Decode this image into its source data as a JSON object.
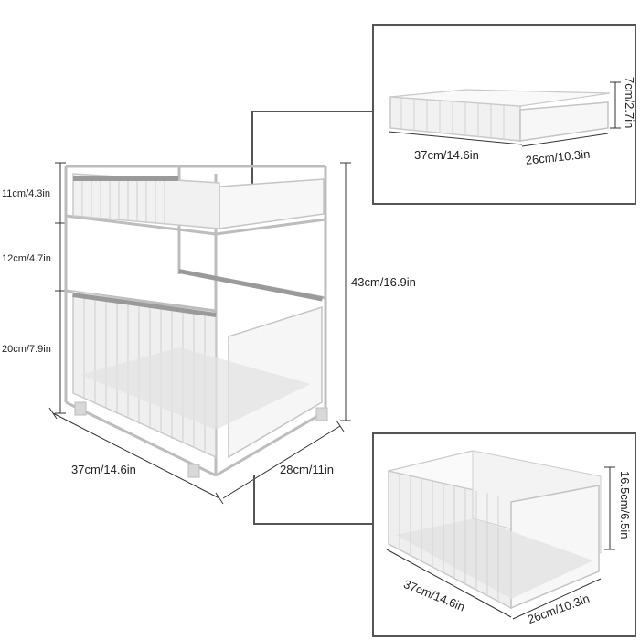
{
  "dimensions": {
    "top_tier_height": "11cm/4.3in",
    "middle_gap_height": "12cm/4.7in",
    "bottom_tier_height": "20cm/7.9in",
    "total_height": "43cm/16.9in",
    "main_width": "37cm/14.6in",
    "main_depth": "28cm/11in"
  },
  "top_drawer": {
    "width": "37cm/14.6in",
    "depth": "26cm/10.3in",
    "height": "7cm/2.7in"
  },
  "bottom_drawer": {
    "width": "37cm/14.6in",
    "depth": "26cm/10.3in",
    "height": "16.5cm/6.5in"
  },
  "colors": {
    "wire": "#c9c9c9",
    "panel": "#f4f4f4",
    "frame_border": "#555555",
    "dimension_line": "#333333"
  }
}
